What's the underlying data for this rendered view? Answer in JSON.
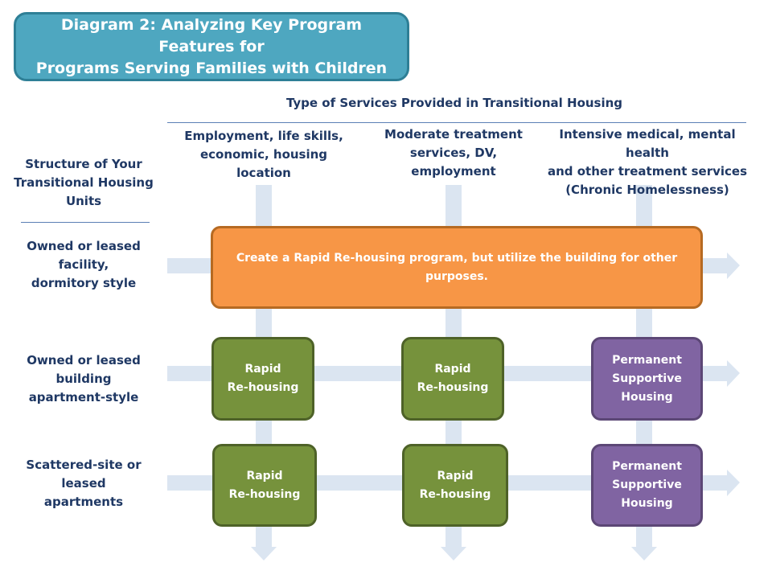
{
  "title": "Diagram 2: Analyzing Key Program Features for\nPrograms Serving Families with Children",
  "column_header": "Type of Services Provided in Transitional Housing",
  "row_header": "Structure of Your\nTransitional Housing\nUnits",
  "columns": [
    "Employment, life skills,\neconomic, housing\nlocation",
    "Moderate treatment\nservices, DV,\nemployment",
    "Intensive medical, mental health\nand other treatment services\n(Chronic Homelessness)"
  ],
  "rows": [
    "Owned or leased\nfacility,\ndormitory style",
    "Owned or leased\nbuilding\napartment-style",
    "Scattered-site or\nleased\napartments"
  ],
  "banner": "Create a Rapid Re-housing program, but utilize the building for other\npurposes.",
  "cells": {
    "r2c1": "Rapid\nRe-housing",
    "r2c2": "Rapid\nRe-housing",
    "r2c3": "Permanent\nSupportive\nHousing",
    "r3c1": "Rapid\nRe-housing",
    "r3c2": "Rapid\nRe-housing",
    "r3c3": "Permanent\nSupportive\nHousing"
  },
  "colors": {
    "title_fill": "#4ea7c0",
    "banner_fill": "#f79646",
    "rapid_fill": "#76923c",
    "psh_fill": "#8064a2",
    "arrow_fill": "#dbe5f1",
    "text": "#1f3864"
  }
}
